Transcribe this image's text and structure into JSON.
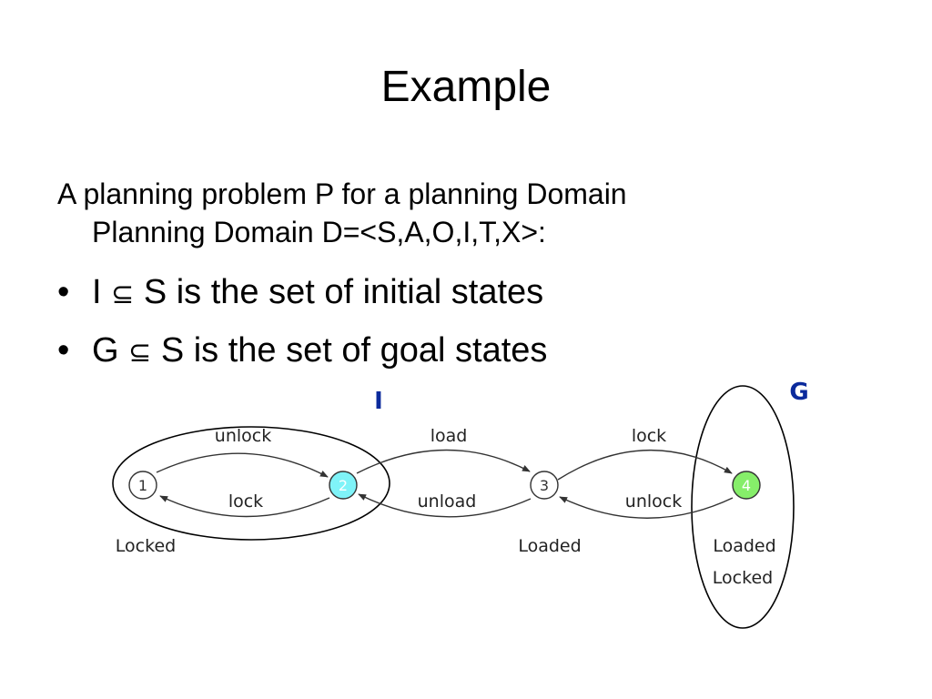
{
  "slide": {
    "title": "Example",
    "intro_line1": "A planning problem P for a planning Domain",
    "intro_line2": "Planning Domain D=<S,A,O,I,T,X>:",
    "bullets": [
      {
        "mark": "•",
        "symbol": "I",
        "subset": "⊆",
        "rest": "S is the set of initial states"
      },
      {
        "mark": "•",
        "symbol": "G",
        "subset": "⊆",
        "rest": "S is the set of goal states"
      }
    ]
  },
  "diagram": {
    "initial_set_label": "I",
    "goal_set_label": "G",
    "set_label_color": "#0b2a9c",
    "states": [
      {
        "id": "1",
        "fill": "#ffffff",
        "labels": [
          "Locked"
        ]
      },
      {
        "id": "2",
        "fill": "#7ff3f8",
        "labels": []
      },
      {
        "id": "3",
        "fill": "#ffffff",
        "labels": [
          "Loaded"
        ]
      },
      {
        "id": "4",
        "fill": "#86ee6a",
        "labels": [
          "Loaded",
          "Locked"
        ]
      }
    ],
    "transitions": [
      {
        "from": "1",
        "to": "2",
        "label": "unlock"
      },
      {
        "from": "2",
        "to": "1",
        "label": "lock"
      },
      {
        "from": "2",
        "to": "3",
        "label": "load"
      },
      {
        "from": "3",
        "to": "2",
        "label": "unload"
      },
      {
        "from": "3",
        "to": "4",
        "label": "lock"
      },
      {
        "from": "4",
        "to": "3",
        "label": "unlock"
      }
    ]
  }
}
